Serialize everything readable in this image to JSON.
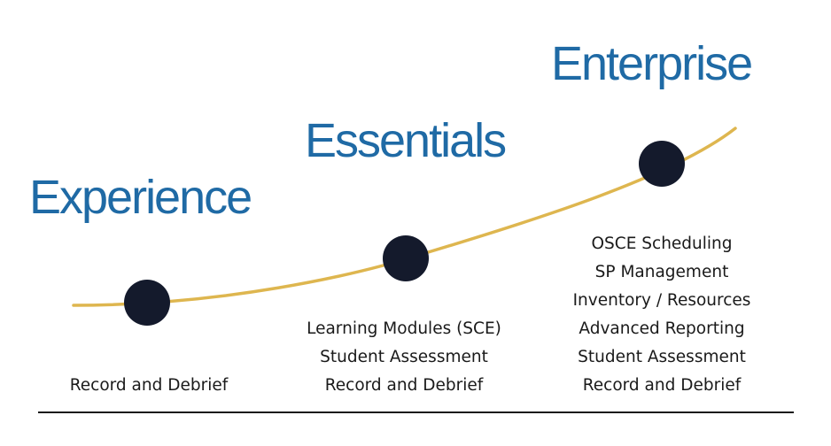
{
  "colors": {
    "title": "#1f6aa5",
    "curve": "#deb64f",
    "node": "#141a2c",
    "rule": "#1a1a1a",
    "text": "#1a1a1a"
  },
  "tiers": [
    {
      "title": "Experience",
      "features": [
        "Record and Debrief"
      ]
    },
    {
      "title": "Essentials",
      "features": [
        "Learning Modules (SCE)",
        "Student Assessment",
        "Record and Debrief"
      ]
    },
    {
      "title": "Enterprise",
      "features": [
        "OSCE Scheduling",
        "SP Management",
        "Inventory / Resources",
        "Advanced Reporting",
        "Student Assessment",
        "Record and Debrief"
      ]
    }
  ]
}
